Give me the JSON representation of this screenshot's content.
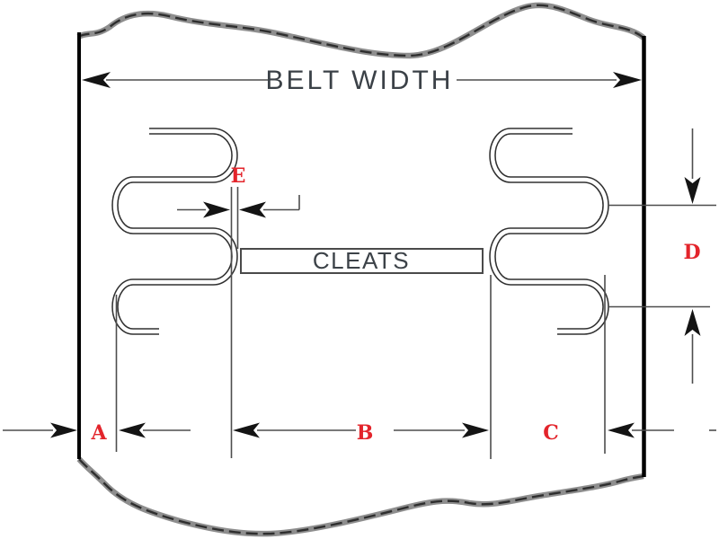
{
  "diagram": {
    "kind": "belt-cleat-dimension-drawing",
    "labels": {
      "belt_width": "BELT WIDTH",
      "cleats": "CLEATS"
    },
    "dimension_labels": {
      "a": "A",
      "b": "B",
      "c": "C",
      "d": "D",
      "e": "E"
    },
    "colors": {
      "dimension_letter": "#e3242b",
      "drawing_line": "#303030",
      "dimension_line": "#4d4d4d",
      "arrowhead": "#141414",
      "belt_edge": "#000000",
      "break_line_gray": "#8e8e8e",
      "text": "#3b4147",
      "background": "#ffffff"
    }
  }
}
